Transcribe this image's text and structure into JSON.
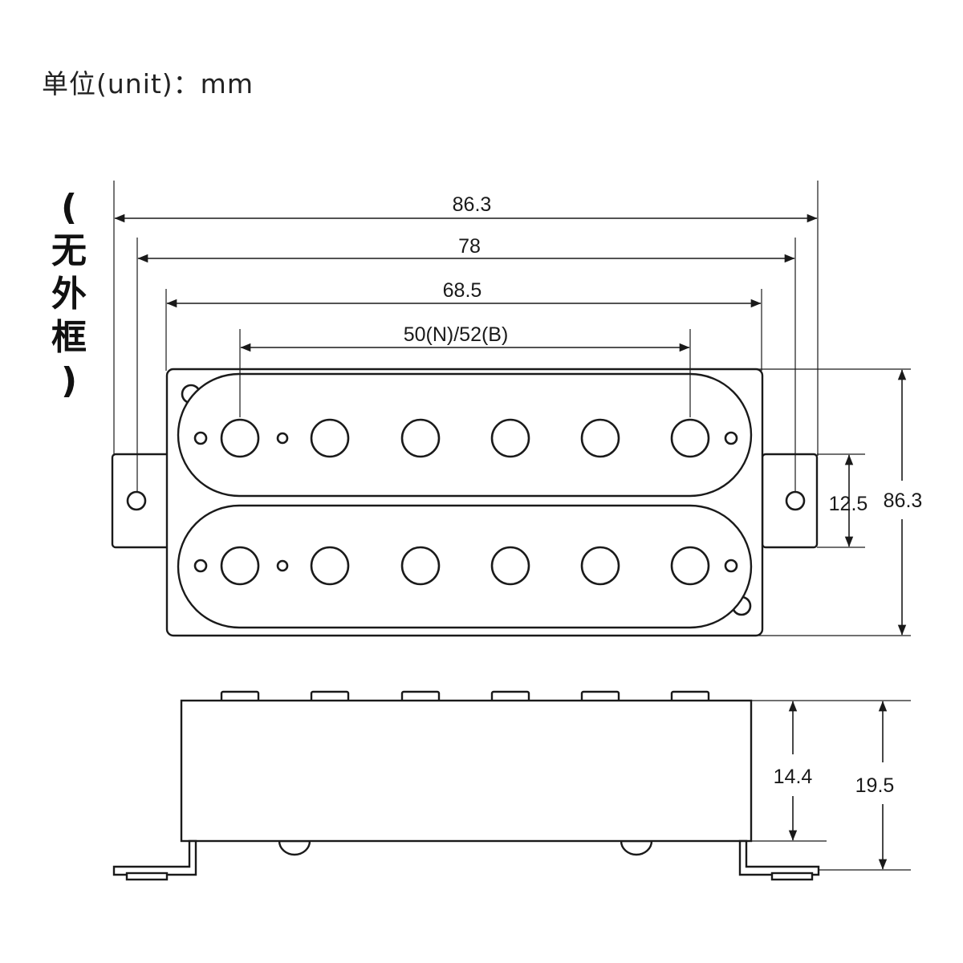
{
  "unit_label": "单位(unit)：mm",
  "frame_note": [
    "(",
    "无",
    "外",
    "框",
    ")"
  ],
  "dimensions": {
    "overall_width": "86.3",
    "mount_hole_spacing": "78",
    "base_width": "68.5",
    "pole_spacing": "50(N)/52(B)",
    "ear_width": "12.5",
    "overall_length": "86.3",
    "body_height": "14.4",
    "total_height": "19.5"
  }
}
